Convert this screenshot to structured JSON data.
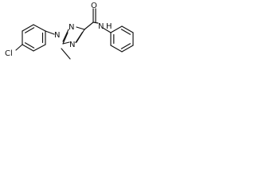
{
  "molecule": {
    "atom_labels": {
      "chlorine": "Cl",
      "n1": "N",
      "n2": "N",
      "n4": "N",
      "amide_nitrogen": "N",
      "amide_hydrogen": "H",
      "oxygen": "O"
    }
  }
}
